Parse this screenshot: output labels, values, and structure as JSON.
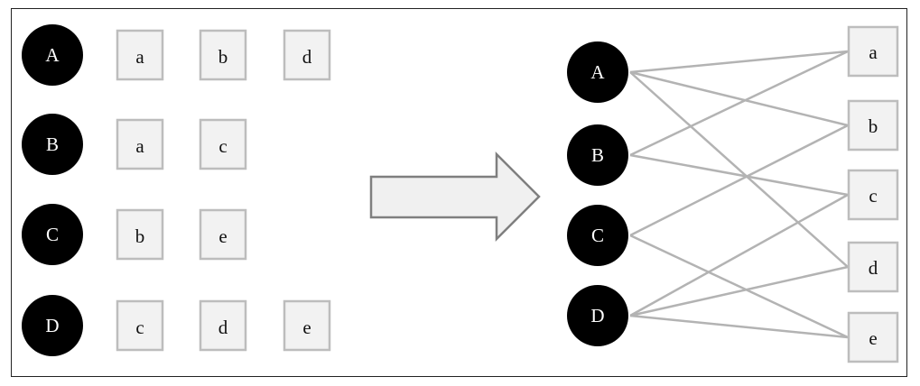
{
  "left_panel": {
    "rows": [
      {
        "node": "A",
        "items": [
          "a",
          "b",
          "d"
        ]
      },
      {
        "node": "B",
        "items": [
          "a",
          "c"
        ]
      },
      {
        "node": "C",
        "items": [
          "b",
          "e"
        ]
      },
      {
        "node": "D",
        "items": [
          "c",
          "d",
          "e"
        ]
      }
    ]
  },
  "right_panel": {
    "nodes": [
      "A",
      "B",
      "C",
      "D"
    ],
    "items": [
      "a",
      "b",
      "c",
      "d",
      "e"
    ],
    "edges": [
      [
        "A",
        "a"
      ],
      [
        "A",
        "b"
      ],
      [
        "A",
        "d"
      ],
      [
        "B",
        "a"
      ],
      [
        "B",
        "c"
      ],
      [
        "C",
        "b"
      ],
      [
        "C",
        "e"
      ],
      [
        "D",
        "c"
      ],
      [
        "D",
        "d"
      ],
      [
        "D",
        "e"
      ]
    ]
  },
  "colors": {
    "node_fill": "#000000",
    "item_fill": "#f2f2f2",
    "item_border": "#bdbdbd",
    "edge": "#b3b3b3",
    "arrow_fill": "#f0f0f0",
    "arrow_stroke": "#7f7f7f"
  }
}
